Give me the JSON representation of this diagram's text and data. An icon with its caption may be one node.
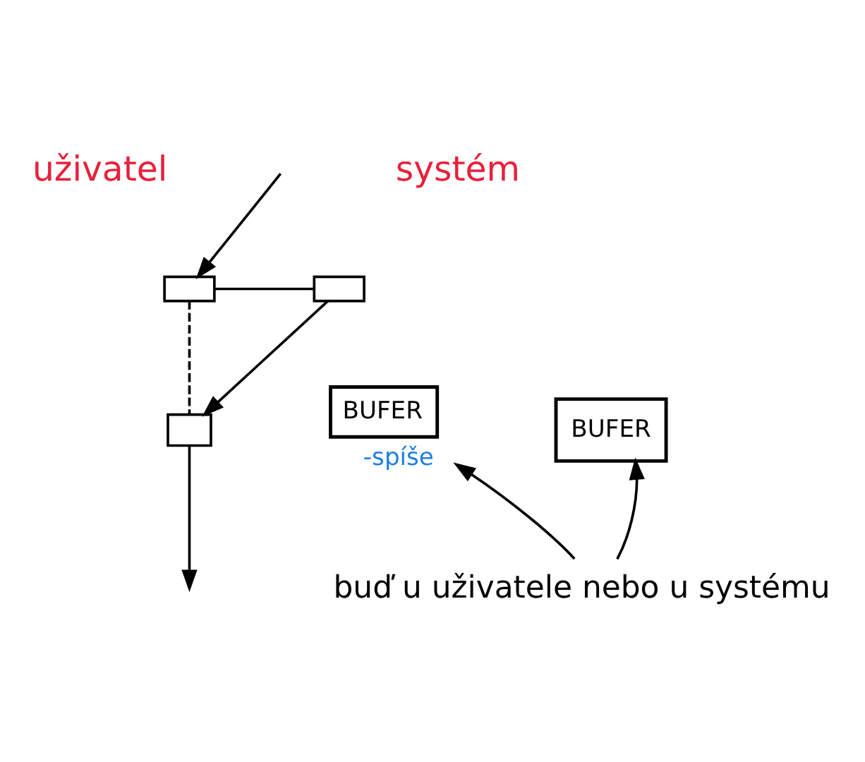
{
  "diagram": {
    "nodes": [
      {
        "text": [],
        "shape": "box"
      },
      {
        "text": [],
        "shape": "box"
      },
      {
        "text": [],
        "shape": "box"
      },
      {
        "text": [
          "BUFER"
        ]
      },
      {
        "text": [
          "BUFER"
        ],
        "beside": [
          "-spíše"
        ]
      },
      {
        "text": [
          "buď u uživatele nebo u systému"
        ]
      }
    ],
    "edges": [
      {
        "from": null,
        "to": 0,
        "arrow": "to"
      },
      {
        "from": 0,
        "to": 1,
        "arrow": "none"
      },
      {
        "from": 1,
        "to": 2,
        "arrow": "to"
      },
      {
        "from": 0,
        "to": 2,
        "arrow": "none",
        "style": "dashed"
      },
      {
        "from": 2,
        "to": null,
        "arrow": "to"
      },
      {
        "from": 5,
        "to": 3,
        "arrow": "to"
      },
      {
        "from": 5,
        "to": 4,
        "arrow": "to"
      }
    ],
    "labels": [
      "uživatel",
      "systém"
    ]
  }
}
